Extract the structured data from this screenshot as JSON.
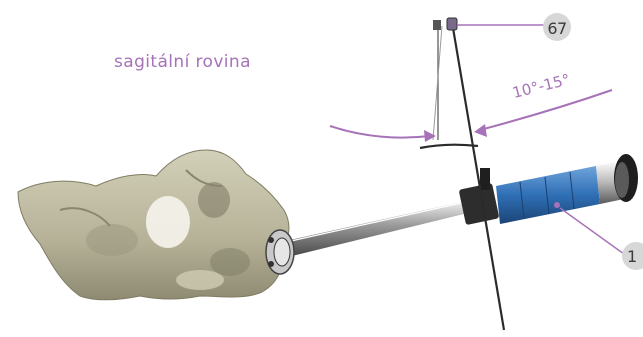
{
  "caption": {
    "text": "sagitální rovina"
  },
  "angle": {
    "label": "10°-15°"
  },
  "callouts": [
    {
      "id": "67",
      "label": "67"
    },
    {
      "id": "1",
      "label": "1"
    }
  ],
  "colors": {
    "accent": "#a672b8",
    "callout_fill": "#d7d7d7",
    "line": "#2b2b2b",
    "handle_blue": "#2f6fb5",
    "bone": "#b9b59c"
  },
  "icons": [
    "pelvis-illustration",
    "reamer-handle-icon",
    "alignment-rod-icon",
    "angle-arc-icon"
  ]
}
